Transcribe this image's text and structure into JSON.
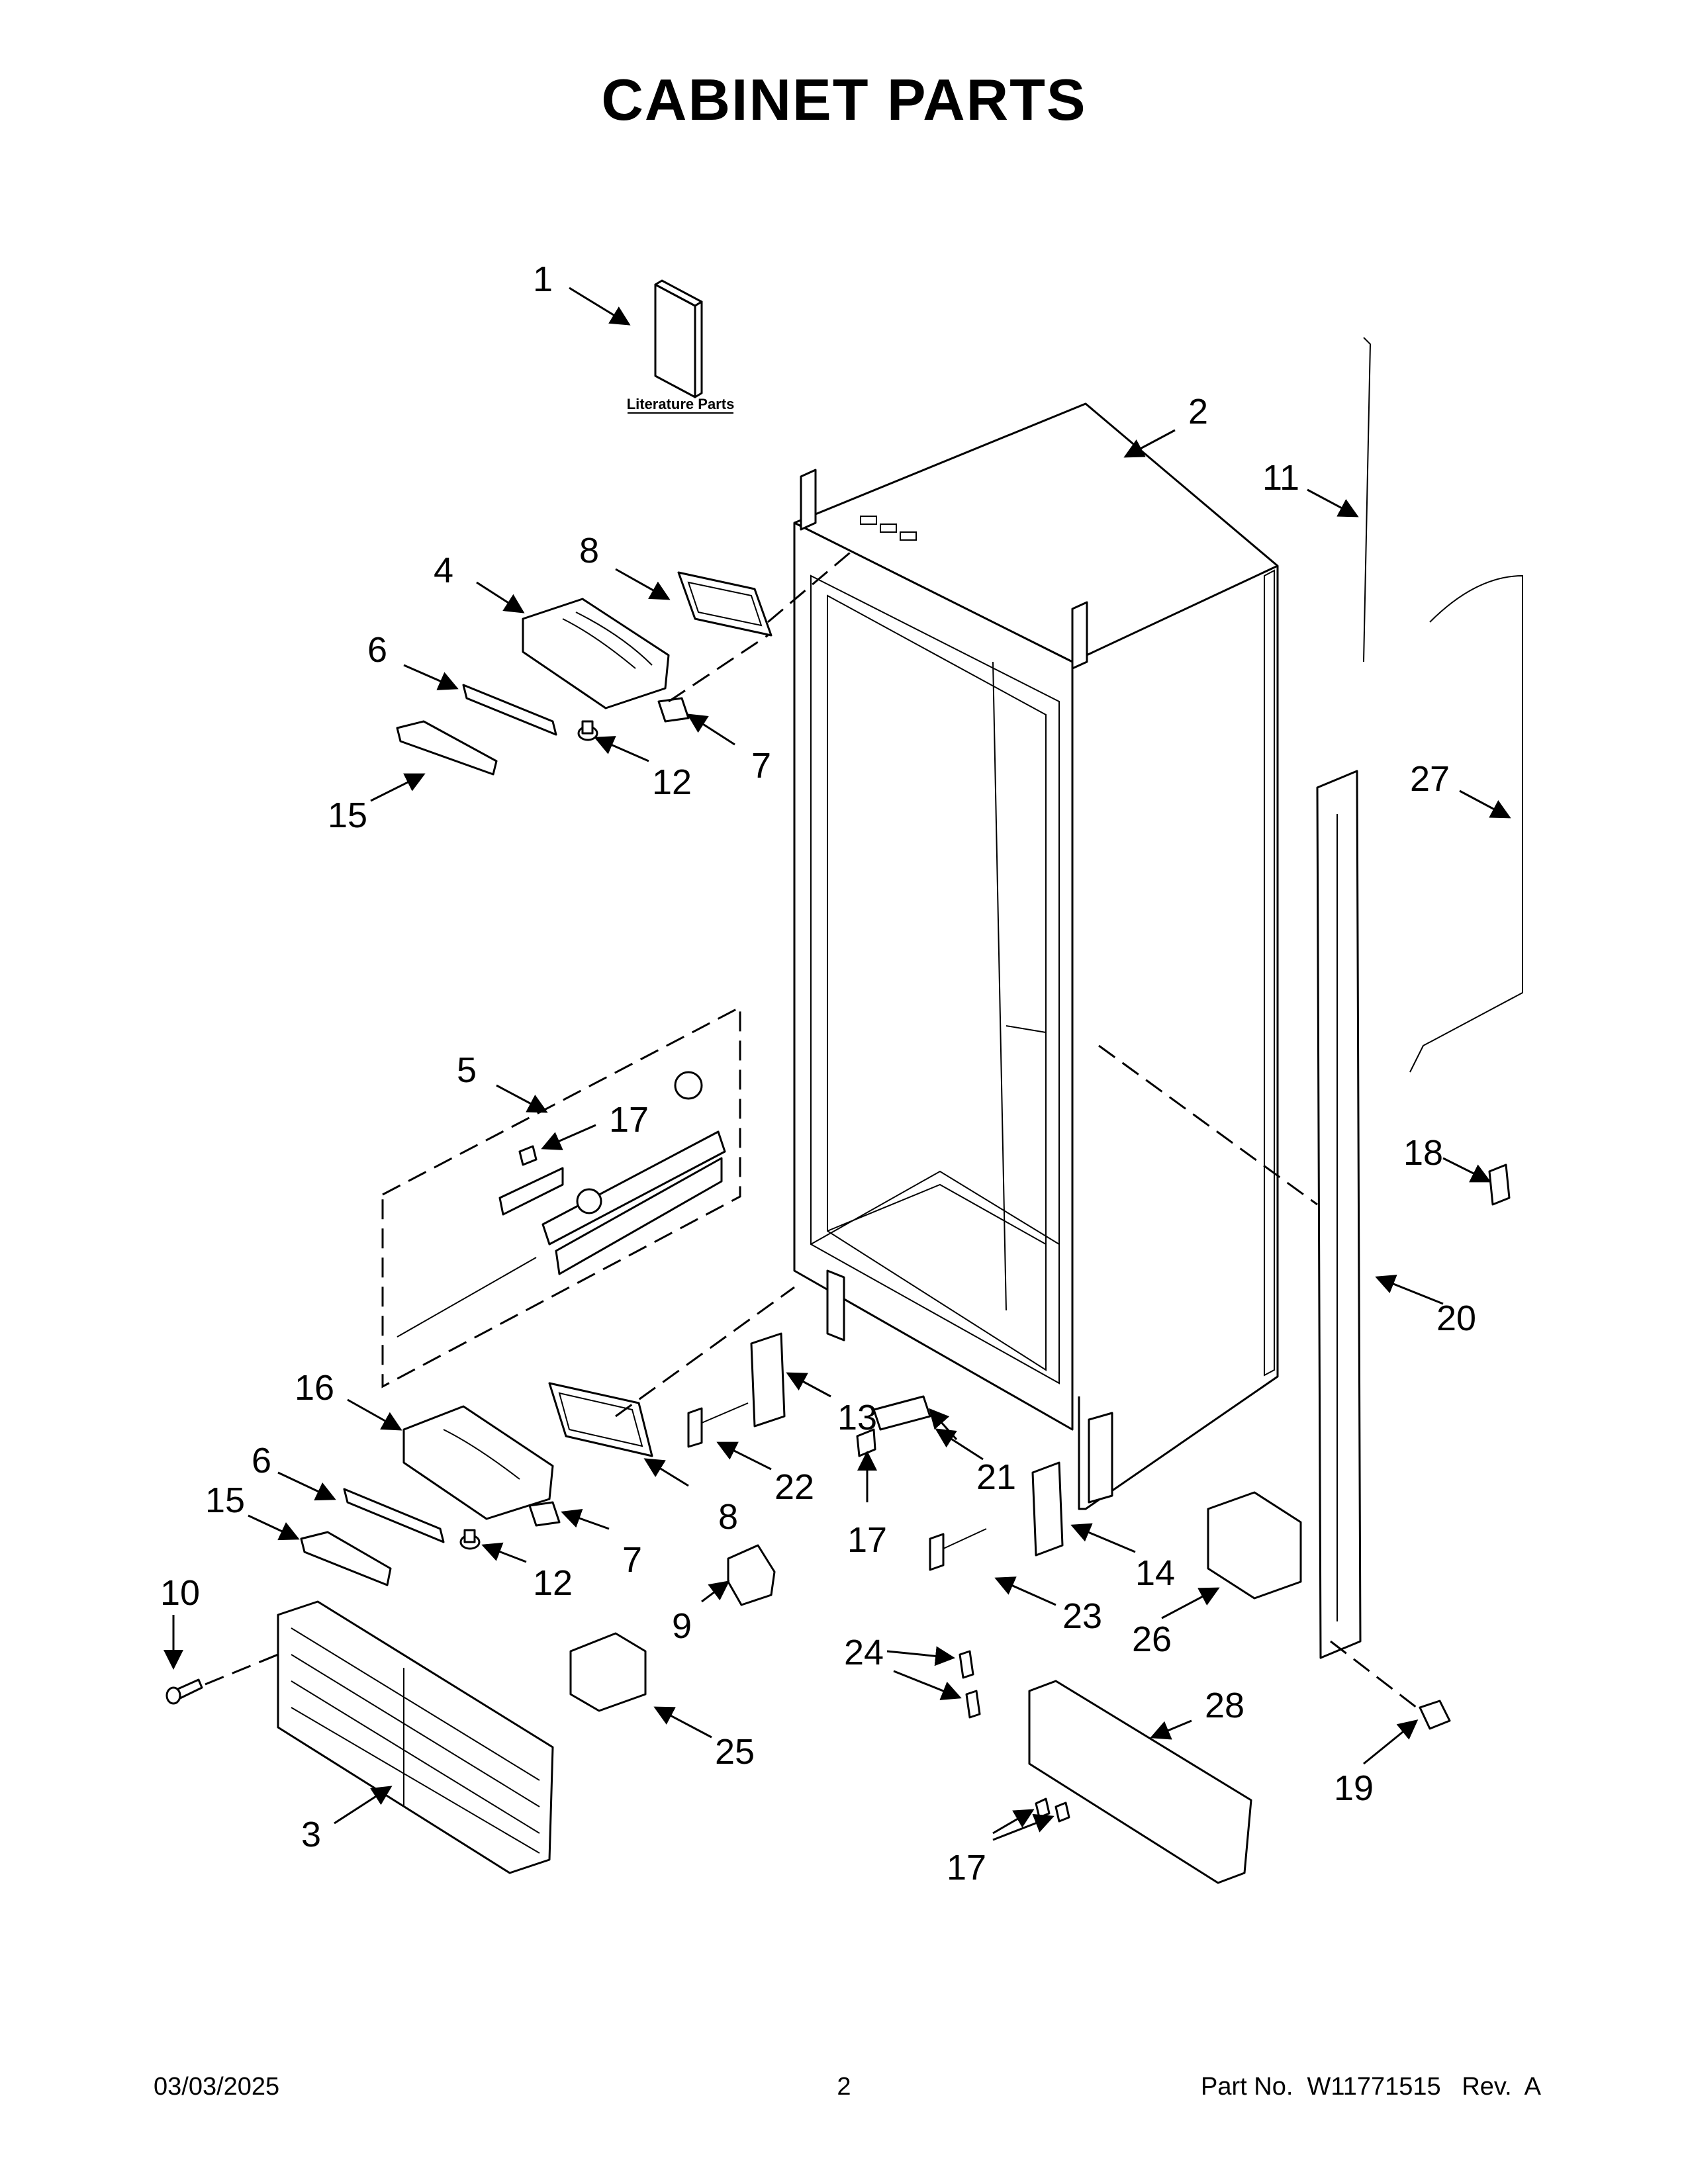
{
  "title": "CABINET PARTS",
  "literature_label": "Literature Parts",
  "callouts": {
    "c1": "1",
    "c2": "2",
    "c3": "3",
    "c4": "4",
    "c5": "5",
    "c6a": "6",
    "c6b": "6",
    "c7a": "7",
    "c7b": "7",
    "c8a": "8",
    "c8b": "8",
    "c9": "9",
    "c10": "10",
    "c11": "11",
    "c12a": "12",
    "c12b": "12",
    "c13": "13",
    "c14": "14",
    "c15a": "15",
    "c15b": "15",
    "c16": "16",
    "c17a": "17",
    "c17b": "17",
    "c17c": "17",
    "c18": "18",
    "c19": "19",
    "c20": "20",
    "c21": "21",
    "c22": "22",
    "c23": "23",
    "c24": "24",
    "c25": "25",
    "c26": "26",
    "c27": "27",
    "c28": "28"
  },
  "footer": {
    "date": "03/03/2025",
    "page": "2",
    "part_no": "Part No.  W11771515   Rev.  A"
  }
}
